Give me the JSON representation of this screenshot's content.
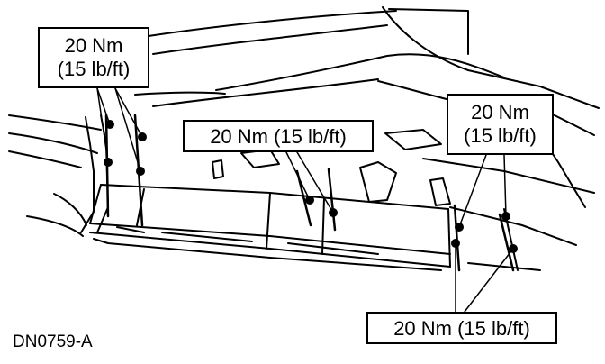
{
  "callouts": {
    "top_left": {
      "line1": "20 Nm",
      "line2": "(15 lb/ft)"
    },
    "middle": {
      "text": "20 Nm (15 lb/ft)"
    },
    "right": {
      "line1": "20 Nm",
      "line2": "(15 lb/ft)"
    },
    "bottom": {
      "text": "20 Nm (15 lb/ft)"
    }
  },
  "figure_id": "DN0759-A"
}
